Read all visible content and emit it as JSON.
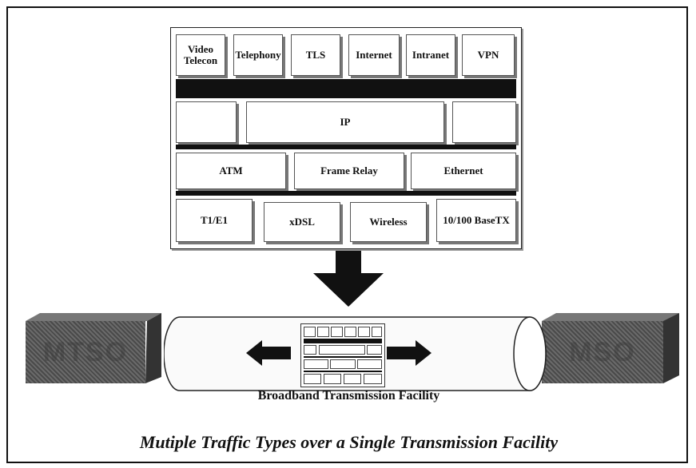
{
  "layers": {
    "services": [
      "Video\nTelecon",
      "Telephony",
      "TLS",
      "Internet",
      "Intranet",
      "VPN"
    ],
    "network": "IP",
    "link": [
      "ATM",
      "Frame Relay",
      "Ethernet"
    ],
    "physical": [
      "T1/E1",
      "xDSL",
      "Wireless",
      "10/100 BaseTX"
    ]
  },
  "endpoints": {
    "left": "MTSO",
    "right": "MSO"
  },
  "pipe_label": "Broadband Transmission Facility",
  "title": "Mutiple Traffic Types over a Single Transmission Facility"
}
